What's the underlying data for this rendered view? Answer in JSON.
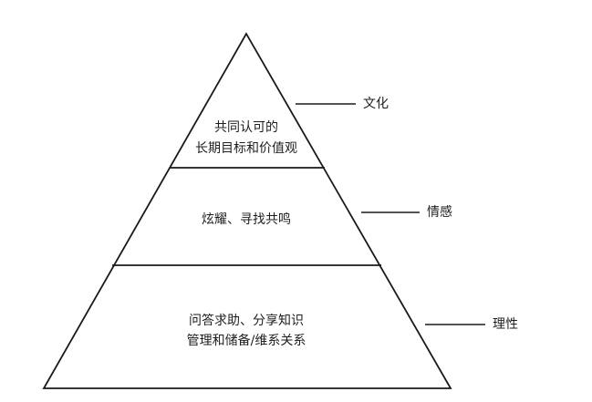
{
  "pyramid": {
    "tiers": [
      {
        "lines": [
          "共同认可的",
          "长期目标和价值观"
        ],
        "category": "文化"
      },
      {
        "lines": [
          "炫耀、寻找共鸣"
        ],
        "category": "情感"
      },
      {
        "lines": [
          "问答求助、分享知识",
          "管理和储备/维系关系"
        ],
        "category": "理性"
      }
    ]
  }
}
